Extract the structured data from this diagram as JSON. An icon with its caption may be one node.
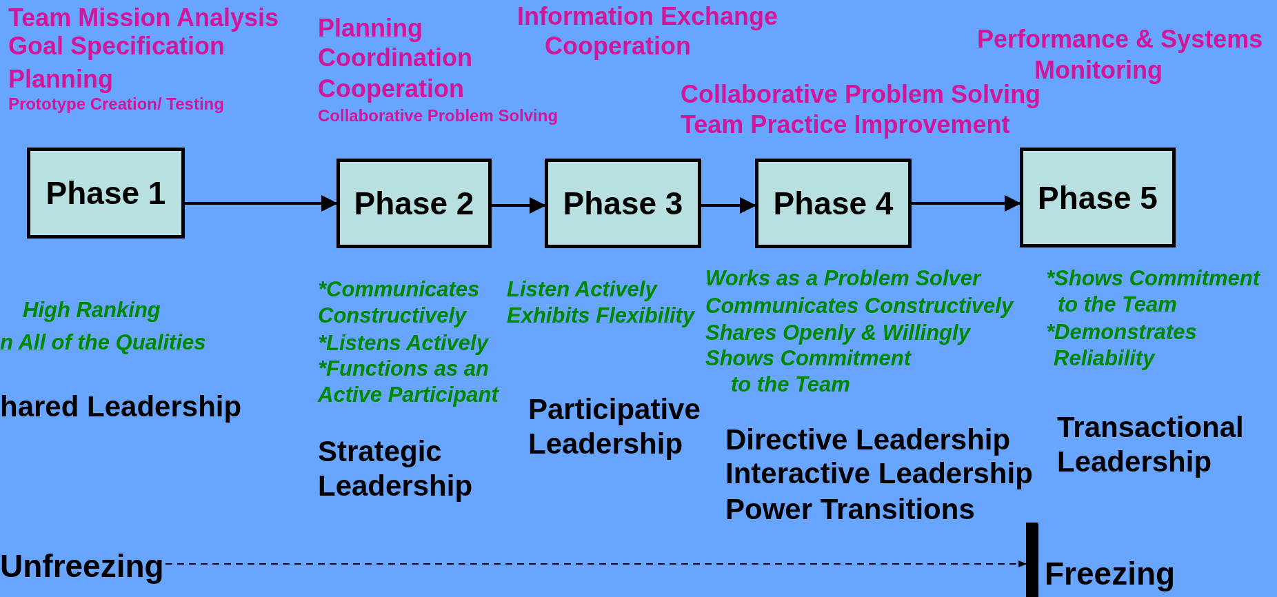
{
  "diagram": {
    "nodes": [
      {
        "text": [
          "Phase 1"
        ]
      },
      {
        "text": [
          "Phase 2"
        ]
      },
      {
        "text": [
          "Phase 3"
        ]
      },
      {
        "text": [
          "Phase 4"
        ]
      },
      {
        "text": [
          "Phase 5"
        ]
      },
      {
        "text": [
          "Unfreezing"
        ]
      },
      {
        "text": [],
        "shape": "bar",
        "beside": [
          "Freezing"
        ]
      }
    ],
    "edges": [
      {
        "from": 0,
        "to": 1,
        "arrow": "to"
      },
      {
        "from": 1,
        "to": 2,
        "arrow": "to"
      },
      {
        "from": 2,
        "to": 3,
        "arrow": "to"
      },
      {
        "from": 3,
        "to": 4,
        "arrow": "to"
      },
      {
        "from": 5,
        "to": 6,
        "arrow": "to",
        "style": "dashed"
      }
    ],
    "labels": [
      "Team Mission Analysis",
      "Goal Specification",
      "Planning",
      "Prototype Creation/ Testing",
      "Planning",
      "Coordination",
      "Cooperation",
      "Collaborative Problem Solving",
      "Information Exchange",
      "Cooperation",
      "Performance & Systems",
      "Monitoring",
      "Collaborative Problem Solving",
      "Team Practice Improvement",
      "High Ranking",
      "n All of the Qualities",
      "*Communicates Constructively",
      "*Listens Actively",
      "*Functions as an Active Participant",
      "Listen Actively",
      "Exhibits Flexibility",
      "Works as a Problem Solver",
      "Communicates Constructively",
      "Shares Openly & Willingly",
      "Shows Commitment to the Team",
      "*Shows Commitment to the Team",
      "*Demonstrates Reliability",
      "hared Leadership",
      "Strategic Leadership",
      "Participative Leadership",
      "Directive Leadership",
      "Interactive Leadership",
      "Power Transitions",
      "Transactional Leadership"
    ]
  }
}
